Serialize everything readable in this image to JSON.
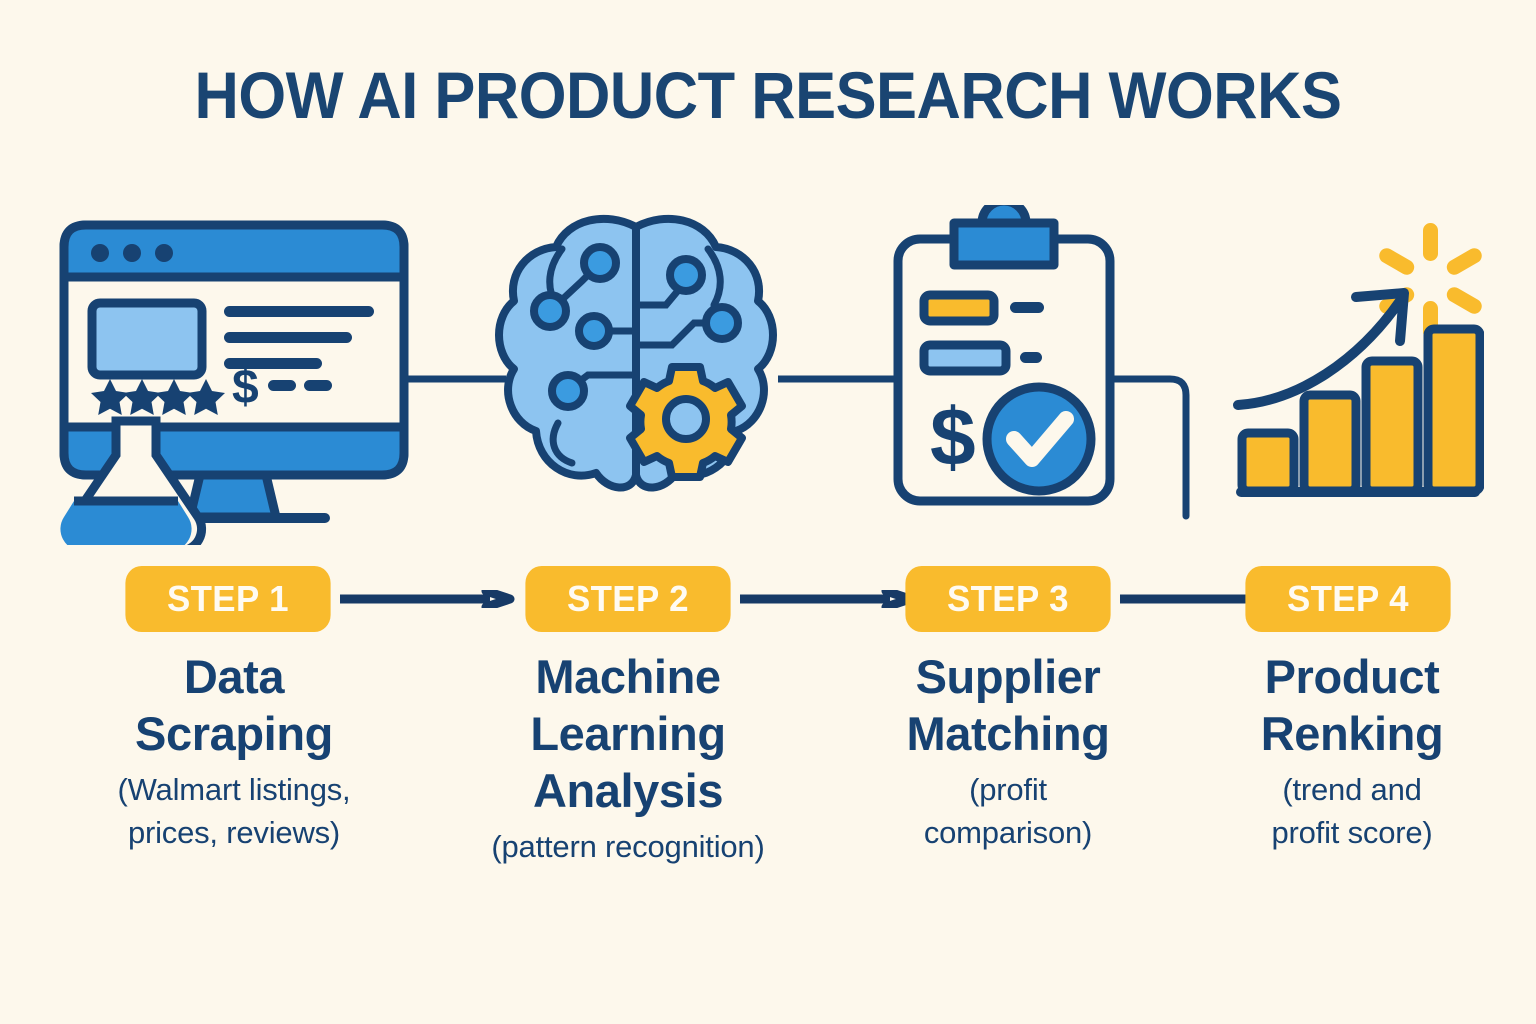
{
  "page": {
    "title": "HOW AI PRODUCT RESEARCH WORKS",
    "background_color": "#FDF8EC",
    "navy": "#174272",
    "yellow": "#F9BB2D",
    "blue": "#2B8BD4",
    "light_blue": "#8DC4F0"
  },
  "steps": [
    {
      "pill_label": "STEP 1",
      "title_line1": "Data",
      "title_line2": "Scraping",
      "subtitle_line1": "(Walmart listings,",
      "subtitle_line2": "prices, reviews)",
      "icon": "monitor-listing-icon"
    },
    {
      "pill_label": "STEP 2",
      "title_line1": "Machine",
      "title_line2": "Learning",
      "title_line3": "Analysis",
      "subtitle_line1": "(pattern recognition)",
      "subtitle_line2": "",
      "icon": "brain-gear-icon"
    },
    {
      "pill_label": "STEP 3",
      "title_line1": "Supplier",
      "title_line2": "Matching",
      "subtitle_line1": "(profit",
      "subtitle_line2": "comparison)",
      "icon": "clipboard-check-icon"
    },
    {
      "pill_label": "STEP 4",
      "title_line1": "Product",
      "title_line2": "Renking",
      "subtitle_line1": "(trend and",
      "subtitle_line2": "profit score)",
      "icon": "bar-chart-growth-icon"
    }
  ],
  "icon_details": {
    "monitor": {
      "dots": 3,
      "text_lines": 3,
      "stars": 4,
      "currency_symbol": "$",
      "price_dashes": 2,
      "flask": "beaker-icon"
    },
    "brain": {
      "nodes": 6,
      "gear": "gear-icon"
    },
    "clipboard": {
      "rows": 2,
      "row_colors": [
        "#F9BB2D",
        "#8DC4F0"
      ],
      "currency_symbol": "$",
      "badge": "check-circle-icon"
    },
    "chart": {
      "bars": 4,
      "bar_values": [
        55,
        95,
        130,
        162
      ],
      "arrow": "growth-arrow-icon",
      "spark": "walmart-spark-icon",
      "spark_rays": 6
    }
  }
}
